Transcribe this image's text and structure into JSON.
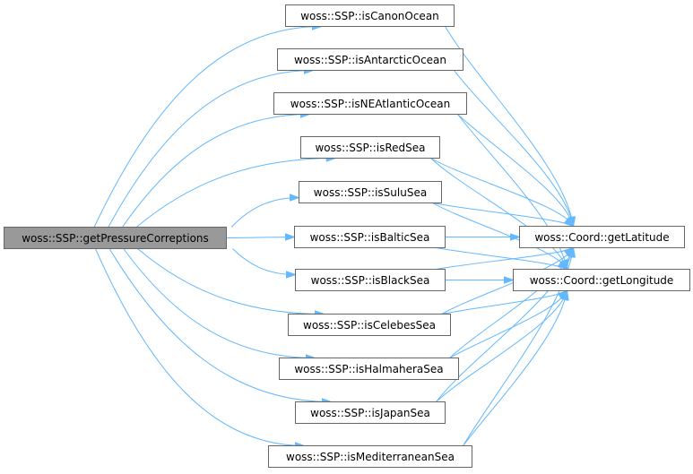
{
  "graph": {
    "type": "call-graph",
    "colors": {
      "edge": "#63b8ff",
      "root_fill": "#999999",
      "node_fill": "#ffffff",
      "node_border": "#666666"
    },
    "root": {
      "id": "getPressureCorreptions",
      "label": "woss::SSP::getPressureCorreptions"
    },
    "callees": [
      {
        "id": "isCanonOcean",
        "label": "woss::SSP::isCanonOcean"
      },
      {
        "id": "isAntarcticOcean",
        "label": "woss::SSP::isAntarcticOcean"
      },
      {
        "id": "isNEAtlanticOcean",
        "label": "woss::SSP::isNEAtlanticOcean"
      },
      {
        "id": "isRedSea",
        "label": "woss::SSP::isRedSea"
      },
      {
        "id": "isSuluSea",
        "label": "woss::SSP::isSuluSea"
      },
      {
        "id": "isBalticSea",
        "label": "woss::SSP::isBalticSea"
      },
      {
        "id": "isBlackSea",
        "label": "woss::SSP::isBlackSea"
      },
      {
        "id": "isCelebesSea",
        "label": "woss::SSP::isCelebesSea"
      },
      {
        "id": "isHalmaheraSea",
        "label": "woss::SSP::isHalmaheraSea"
      },
      {
        "id": "isJapanSea",
        "label": "woss::SSP::isJapanSea"
      },
      {
        "id": "isMediterraneanSea",
        "label": "woss::SSP::isMediterraneanSea"
      }
    ],
    "leaves": [
      {
        "id": "getLatitude",
        "label": "woss::Coord::getLatitude"
      },
      {
        "id": "getLongitude",
        "label": "woss::Coord::getLongitude"
      }
    ],
    "edges": [
      [
        "getPressureCorreptions",
        "isCanonOcean"
      ],
      [
        "getPressureCorreptions",
        "isAntarcticOcean"
      ],
      [
        "getPressureCorreptions",
        "isNEAtlanticOcean"
      ],
      [
        "getPressureCorreptions",
        "isRedSea"
      ],
      [
        "getPressureCorreptions",
        "isSuluSea"
      ],
      [
        "getPressureCorreptions",
        "isBalticSea"
      ],
      [
        "getPressureCorreptions",
        "isBlackSea"
      ],
      [
        "getPressureCorreptions",
        "isCelebesSea"
      ],
      [
        "getPressureCorreptions",
        "isHalmaheraSea"
      ],
      [
        "getPressureCorreptions",
        "isJapanSea"
      ],
      [
        "getPressureCorreptions",
        "isMediterraneanSea"
      ],
      [
        "isCanonOcean",
        "getLatitude"
      ],
      [
        "isAntarcticOcean",
        "getLatitude"
      ],
      [
        "isNEAtlanticOcean",
        "getLatitude"
      ],
      [
        "isNEAtlanticOcean",
        "getLongitude"
      ],
      [
        "isRedSea",
        "getLatitude"
      ],
      [
        "isRedSea",
        "getLongitude"
      ],
      [
        "isSuluSea",
        "getLatitude"
      ],
      [
        "isSuluSea",
        "getLongitude"
      ],
      [
        "isBalticSea",
        "getLatitude"
      ],
      [
        "isBalticSea",
        "getLongitude"
      ],
      [
        "isBlackSea",
        "getLatitude"
      ],
      [
        "isBlackSea",
        "getLongitude"
      ],
      [
        "isCelebesSea",
        "getLatitude"
      ],
      [
        "isCelebesSea",
        "getLongitude"
      ],
      [
        "isHalmaheraSea",
        "getLatitude"
      ],
      [
        "isHalmaheraSea",
        "getLongitude"
      ],
      [
        "isJapanSea",
        "getLatitude"
      ],
      [
        "isJapanSea",
        "getLongitude"
      ],
      [
        "isMediterraneanSea",
        "getLatitude"
      ],
      [
        "isMediterraneanSea",
        "getLongitude"
      ]
    ]
  }
}
